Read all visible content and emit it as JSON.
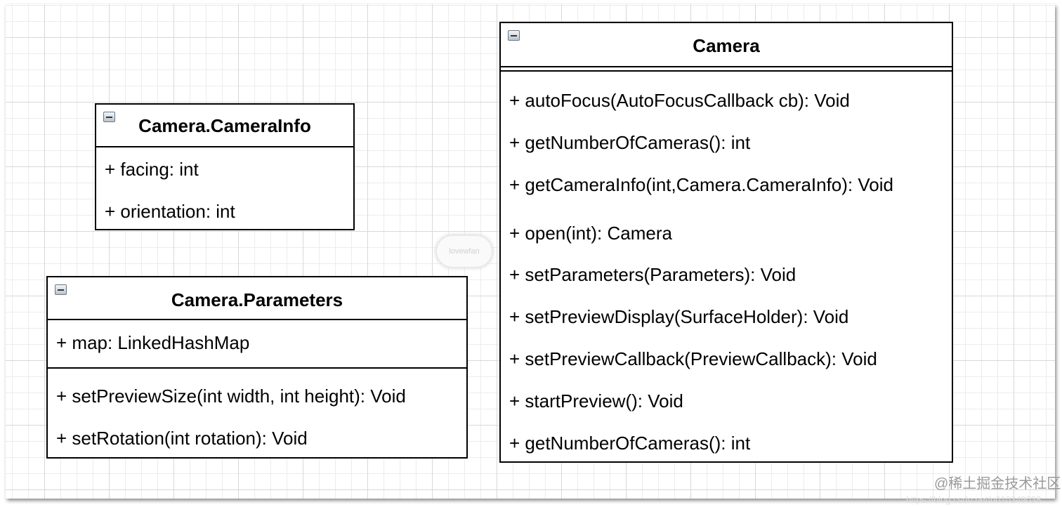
{
  "classes": {
    "camera_info": {
      "name": "Camera.CameraInfo",
      "attributes": [
        "+ facing: int",
        "+ orientation: int"
      ]
    },
    "parameters": {
      "name": "Camera.Parameters",
      "attributes": [
        "+ map: LinkedHashMap"
      ],
      "methods": [
        "+ setPreviewSize(int width, int height): Void",
        "+ setRotation(int rotation): Void"
      ]
    },
    "camera": {
      "name": "Camera",
      "methods": [
        "+ autoFocus(AutoFocusCallback cb): Void",
        "+ getNumberOfCameras(): int",
        "+ getCameraInfo(int,Camera.CameraInfo): Void",
        "+ open(int): Camera",
        "+ setParameters(Parameters): Void",
        "+ setPreviewDisplay(SurfaceHolder): Void",
        "+ setPreviewCallback(PreviewCallback): Void",
        "+ startPreview(): Void",
        "+ getNumberOfCameras(): int"
      ]
    }
  },
  "watermarks": {
    "cursor_label": "lovewfan",
    "site": "@稀土掘金技术社区",
    "url": "https://blog.csdn.net/u010349038"
  }
}
